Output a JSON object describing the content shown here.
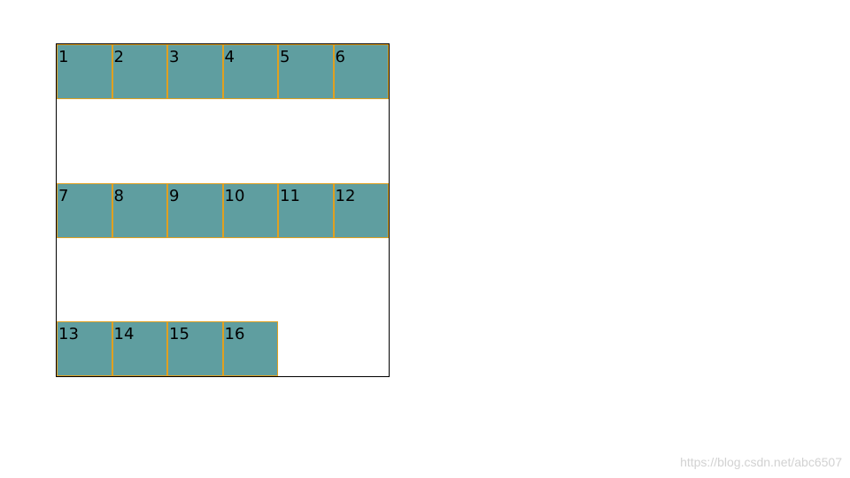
{
  "colors": {
    "box_fill": "#5f9ea0",
    "box_border": "#e0a020",
    "container_border": "#000000",
    "watermark": "#d2d2d2"
  },
  "boxes": [
    "1",
    "2",
    "3",
    "4",
    "5",
    "6",
    "7",
    "8",
    "9",
    "10",
    "11",
    "12",
    "13",
    "14",
    "15",
    "16"
  ],
  "watermark": "https://blog.csdn.net/abc6507"
}
